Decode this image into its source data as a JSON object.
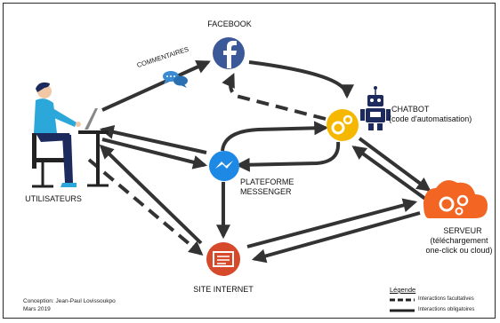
{
  "nodes": {
    "facebook": "FACEBOOK",
    "comments": "COMMENTAIRES",
    "chatbot_title": "CHATBOT",
    "chatbot_sub": "(code d'automatisation)",
    "users": "UTILISATEURS",
    "messenger_line1": "PLATEFORME",
    "messenger_line2": "MESSENGER",
    "server_line1": "SERVEUR",
    "server_line2": "(téléchargement",
    "server_line3": "one-click ou cloud)",
    "website": "SITE INTERNET"
  },
  "credits": {
    "line1": "Conception: Jean-Paul Lovissoukpo",
    "line2": "Mars 2019"
  },
  "legend": {
    "title": "Légende",
    "dashed": "Interactions facultatives",
    "solid": "Interactions obligatoires"
  },
  "colors": {
    "facebook": "#3b5998",
    "messenger": "#1e88e5",
    "website": "#d64a2b",
    "server": "#f26522",
    "gear": "#f5b700",
    "robot": "#1c2a5e",
    "person_shirt": "#2ba7d9",
    "person_pants": "#1c2a5e",
    "arrow": "#333333"
  }
}
